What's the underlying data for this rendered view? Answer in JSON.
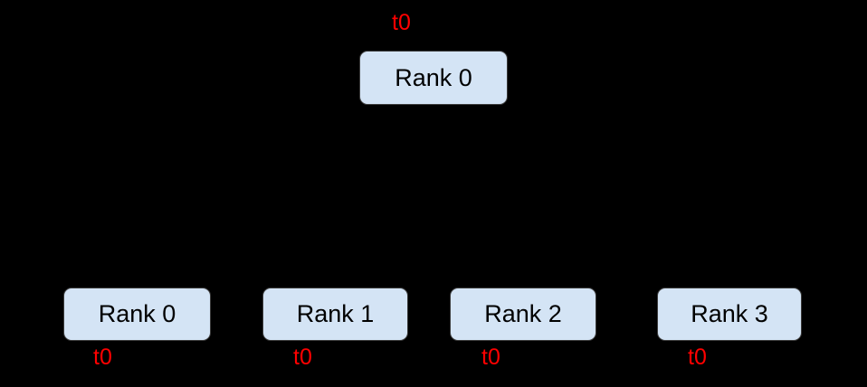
{
  "diagram": {
    "background_color": "#000000",
    "box_fill_color": "#d4e4f5",
    "box_border_color": "#3c3c3c",
    "tick_label_color": "#ff0000",
    "box_text_color": "#000000",
    "top": {
      "tick_label": "t0",
      "box_label": "Rank 0"
    },
    "bottom": [
      {
        "box_label": "Rank 0",
        "tick_label": "t0"
      },
      {
        "box_label": "Rank 1",
        "tick_label": "t0"
      },
      {
        "box_label": "Rank 2",
        "tick_label": "t0"
      },
      {
        "box_label": "Rank 3",
        "tick_label": "t0"
      }
    ]
  }
}
